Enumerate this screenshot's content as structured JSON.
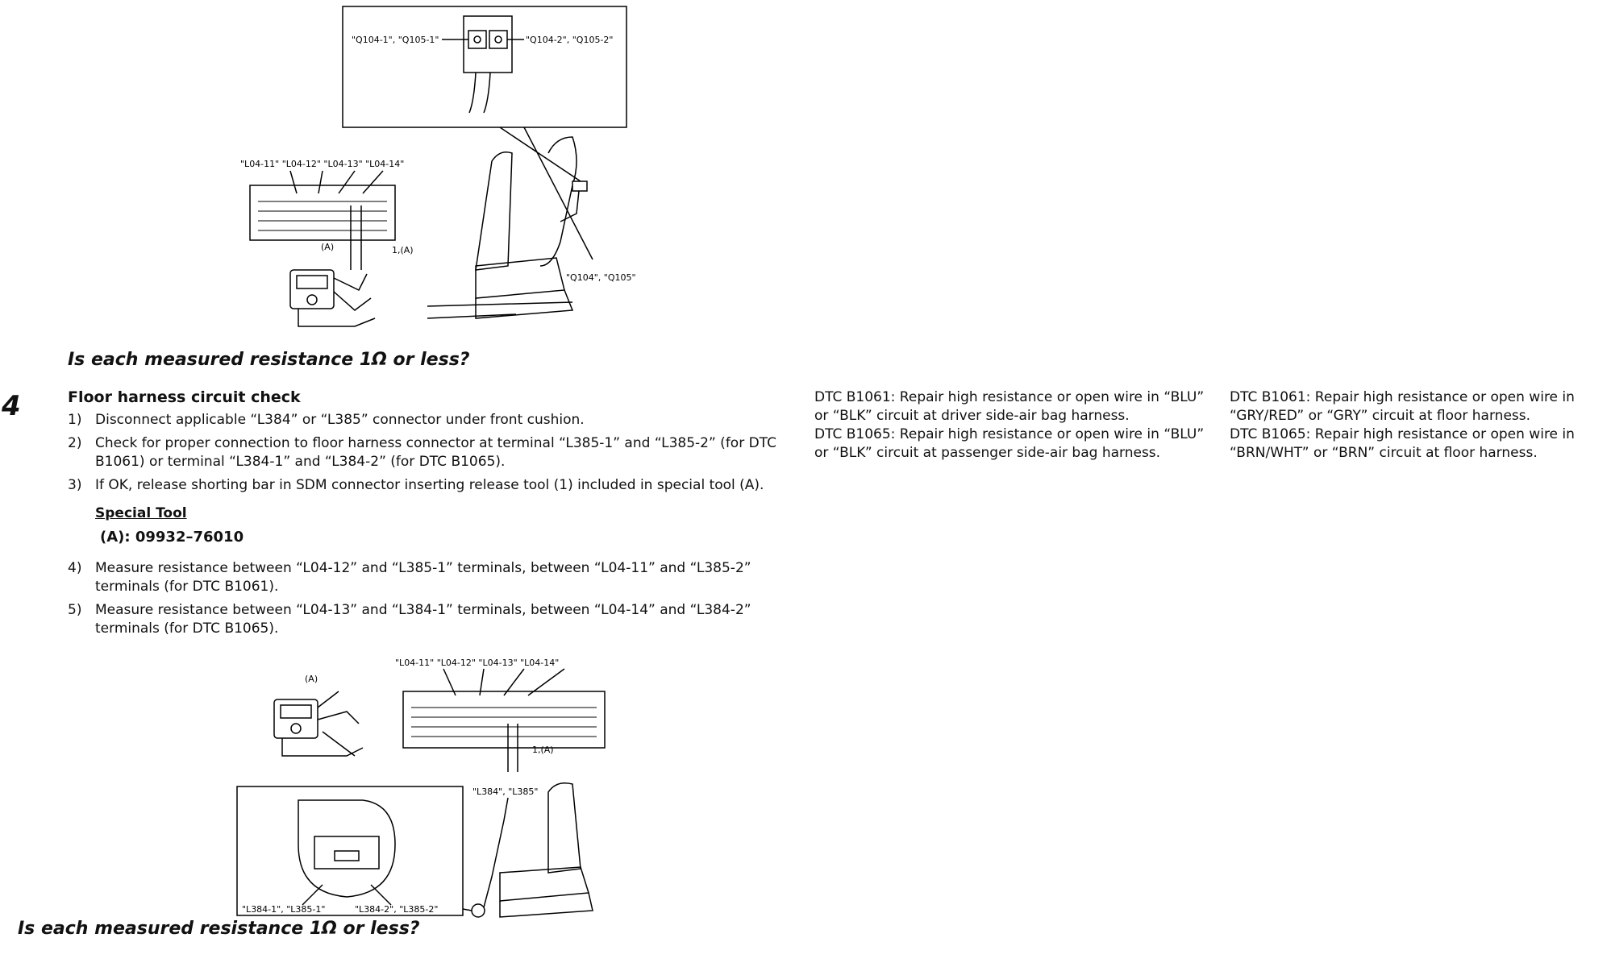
{
  "figure1": {
    "callout_left": "\"Q104-1\", \"Q105-1\"",
    "callout_right": "\"Q104-2\", \"Q105-2\"",
    "terminals": "\"L04-11\" \"L04-12\" \"L04-13\" \"L04-14\"",
    "tool_label_a": "(A)",
    "tool_label_1a": "1,(A)",
    "seat_connector": "\"Q104\", \"Q105\""
  },
  "question_step3": "Is each measured resistance 1Ω or less?",
  "step4": {
    "number": "4",
    "title": "Floor harness circuit check",
    "items": [
      {
        "n": "1)",
        "text": "Disconnect applicable “L384” or “L385” connector under front cushion."
      },
      {
        "n": "2)",
        "text": "Check for proper connection to floor harness connector at terminal “L385-1” and “L385-2” (for DTC B1061) or terminal “L384-1” and “L384-2” (for DTC B1065)."
      },
      {
        "n": "3)",
        "text": "If OK, release shorting bar in SDM connector inserting release tool (1) included in special tool (A)."
      }
    ],
    "special_tool_heading": "Special Tool",
    "special_tool_value": "(A): 09932–76010",
    "items2": [
      {
        "n": "4)",
        "text": "Measure resistance between “L04-12” and “L385-1” terminals, between “L04-11” and “L385-2” terminals (for DTC B1061)."
      },
      {
        "n": "5)",
        "text": "Measure resistance between “L04-13” and “L384-1” terminals, between “L04-14” and “L384-2” terminals (for DTC B1065)."
      }
    ],
    "question": "Is each measured resistance 1Ω or less?"
  },
  "figure2": {
    "tool_label_a": "(A)",
    "terminals": "\"L04-11\" \"L04-12\" \"L04-13\" \"L04-14\"",
    "tool_label_1a": "1,(A)",
    "seat_connector": "\"L384\", \"L385\"",
    "pin_left": "\"L384-1\", \"L385-1\"",
    "pin_right": "\"L384-2\", \"L385-2\""
  },
  "yes_column": [
    "DTC B1061: Repair high resistance or open wire in “BLU” or “BLK” circuit at driver side-air bag harness.",
    "DTC B1065: Repair high resistance or open wire in “BLU” or “BLK” circuit at passenger side-air bag harness."
  ],
  "no_column": [
    "DTC B1061: Repair high resistance or open wire in “GRY/RED” or “GRY” circuit at floor harness.",
    "DTC B1065: Repair high resistance or open wire in “BRN/WHT” or “BRN” circuit at floor harness."
  ]
}
